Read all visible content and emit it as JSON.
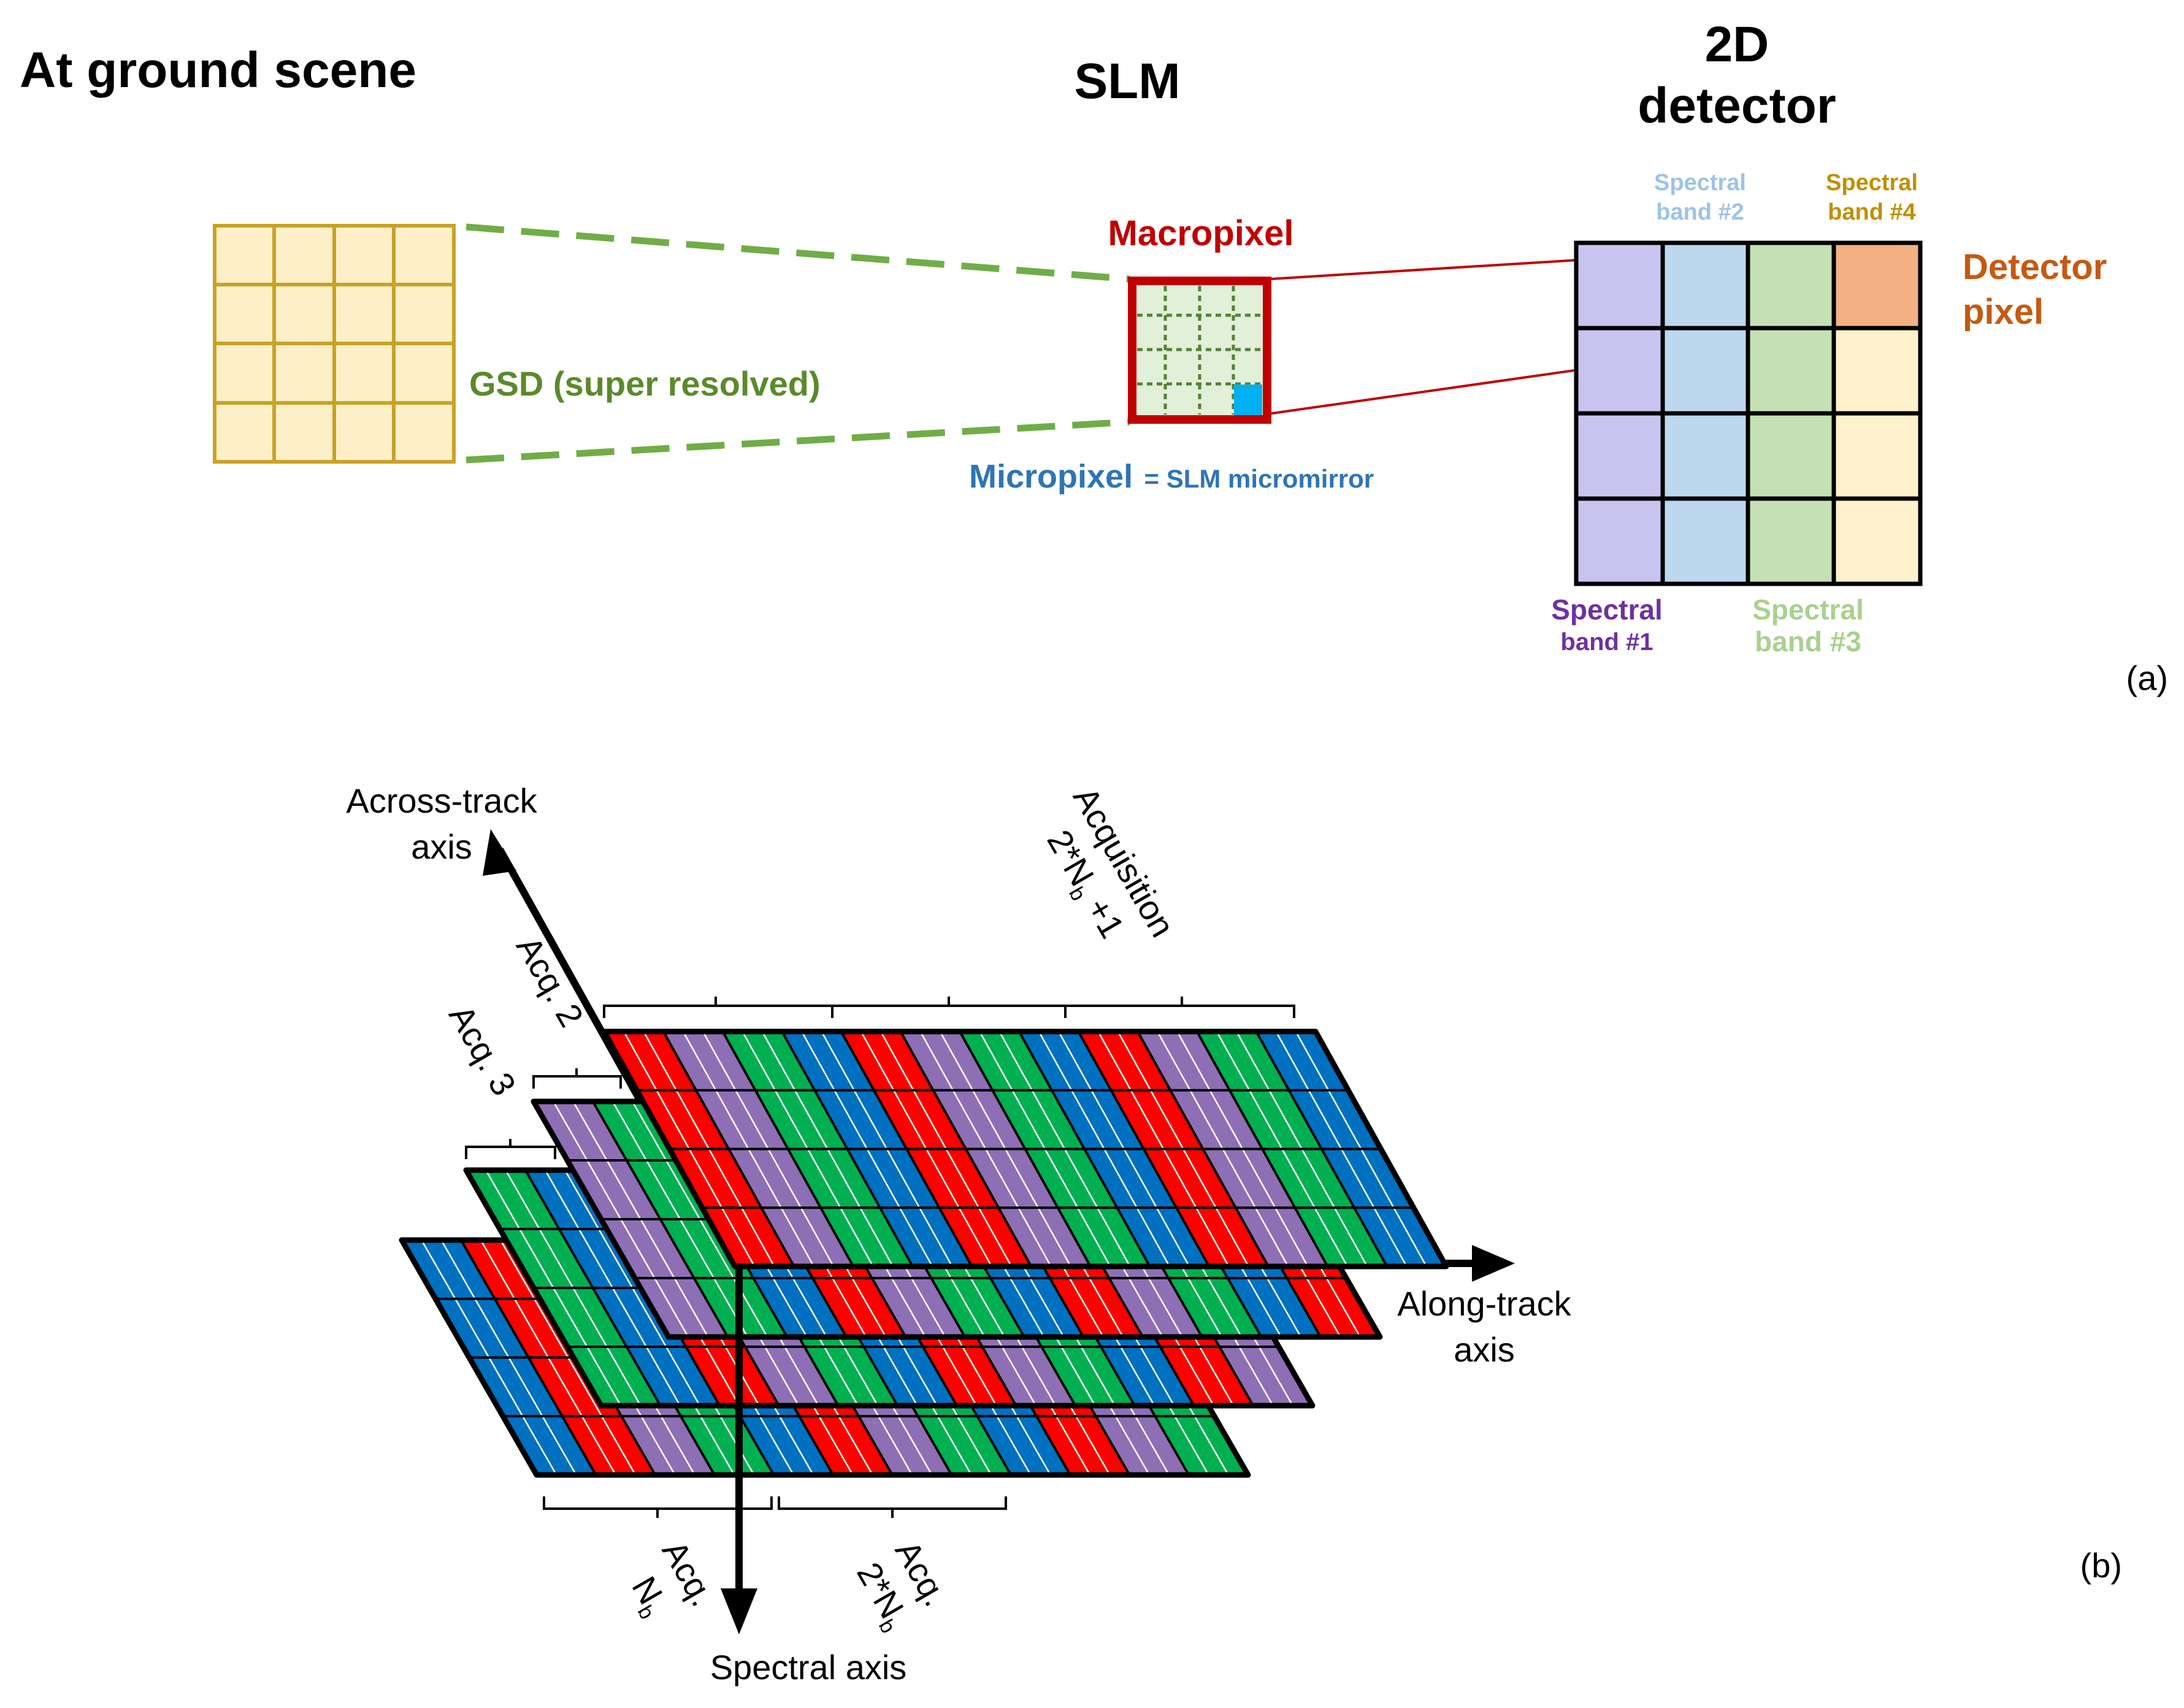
{
  "panel_a": {
    "title_ground": "At ground scene",
    "title_slm": "SLM",
    "title_detector_line1": "2D",
    "title_detector_line2": "detector",
    "gsd_label": "GSD (super resolved)",
    "macropixel_label": "Macropixel",
    "micropixel_label": "Micropixel",
    "micropixel_suffix": "= SLM micromirror",
    "detector_pixel_line1": "Detector",
    "detector_pixel_line2": "pixel",
    "band1_line1": "Spectral",
    "band1_line2": "band #1",
    "band2_line1": "Spectral",
    "band2_line2": "band #2",
    "band3_line1": "Spectral",
    "band3_line2": "band #3",
    "band4_line1": "Spectral",
    "band4_line2": "band #4",
    "panel_tag": "(a)"
  },
  "panel_b": {
    "across_line1": "Across-track",
    "across_line2": "axis",
    "along_line1": "Along-track",
    "along_line2": "axis",
    "spectral_axis": "Spectral axis",
    "acq2": "Acq. 2",
    "acq3": "Acq. 3",
    "acq_last_line1": "Acquisition",
    "acq_last_line2_main": "2*N",
    "acq_last_line2_sub": "b",
    "acq_last_line2_tail": " +1",
    "acq_nb_line1": "Acq.",
    "acq_nb_line2_main": "N",
    "acq_nb_line2_sub": "b",
    "acq_2nb_line1": "Acq.",
    "acq_2nb_line2_main": "2*N",
    "acq_2nb_line2_sub": "b",
    "panel_tag": "(b)"
  },
  "colors": {
    "ground_fill": "#fdf0c8",
    "ground_stroke": "#c9a227",
    "gsd_green": "#5a8a2a",
    "dash_green": "#70ad47",
    "macro_red": "#c00000",
    "slm_fill": "#e2efd9",
    "micro_blue": "#00b0f0",
    "micro_text": "#2e75b6",
    "band1": "#c9c3f0",
    "band2": "#bdd7ee",
    "band3": "#c5e0b4",
    "band4": "#fff2cc",
    "detector_pixel": "#f4b183",
    "detector_text": "#c55a11",
    "band1_text": "#7030a0",
    "band2_text": "#9dc3e6",
    "band3_text": "#a9d18e",
    "band4_text": "#bf9000",
    "layer_red": "#ff0000",
    "layer_purple": "#8e6fb5",
    "layer_green": "#00b050",
    "layer_blue": "#0070c0"
  }
}
